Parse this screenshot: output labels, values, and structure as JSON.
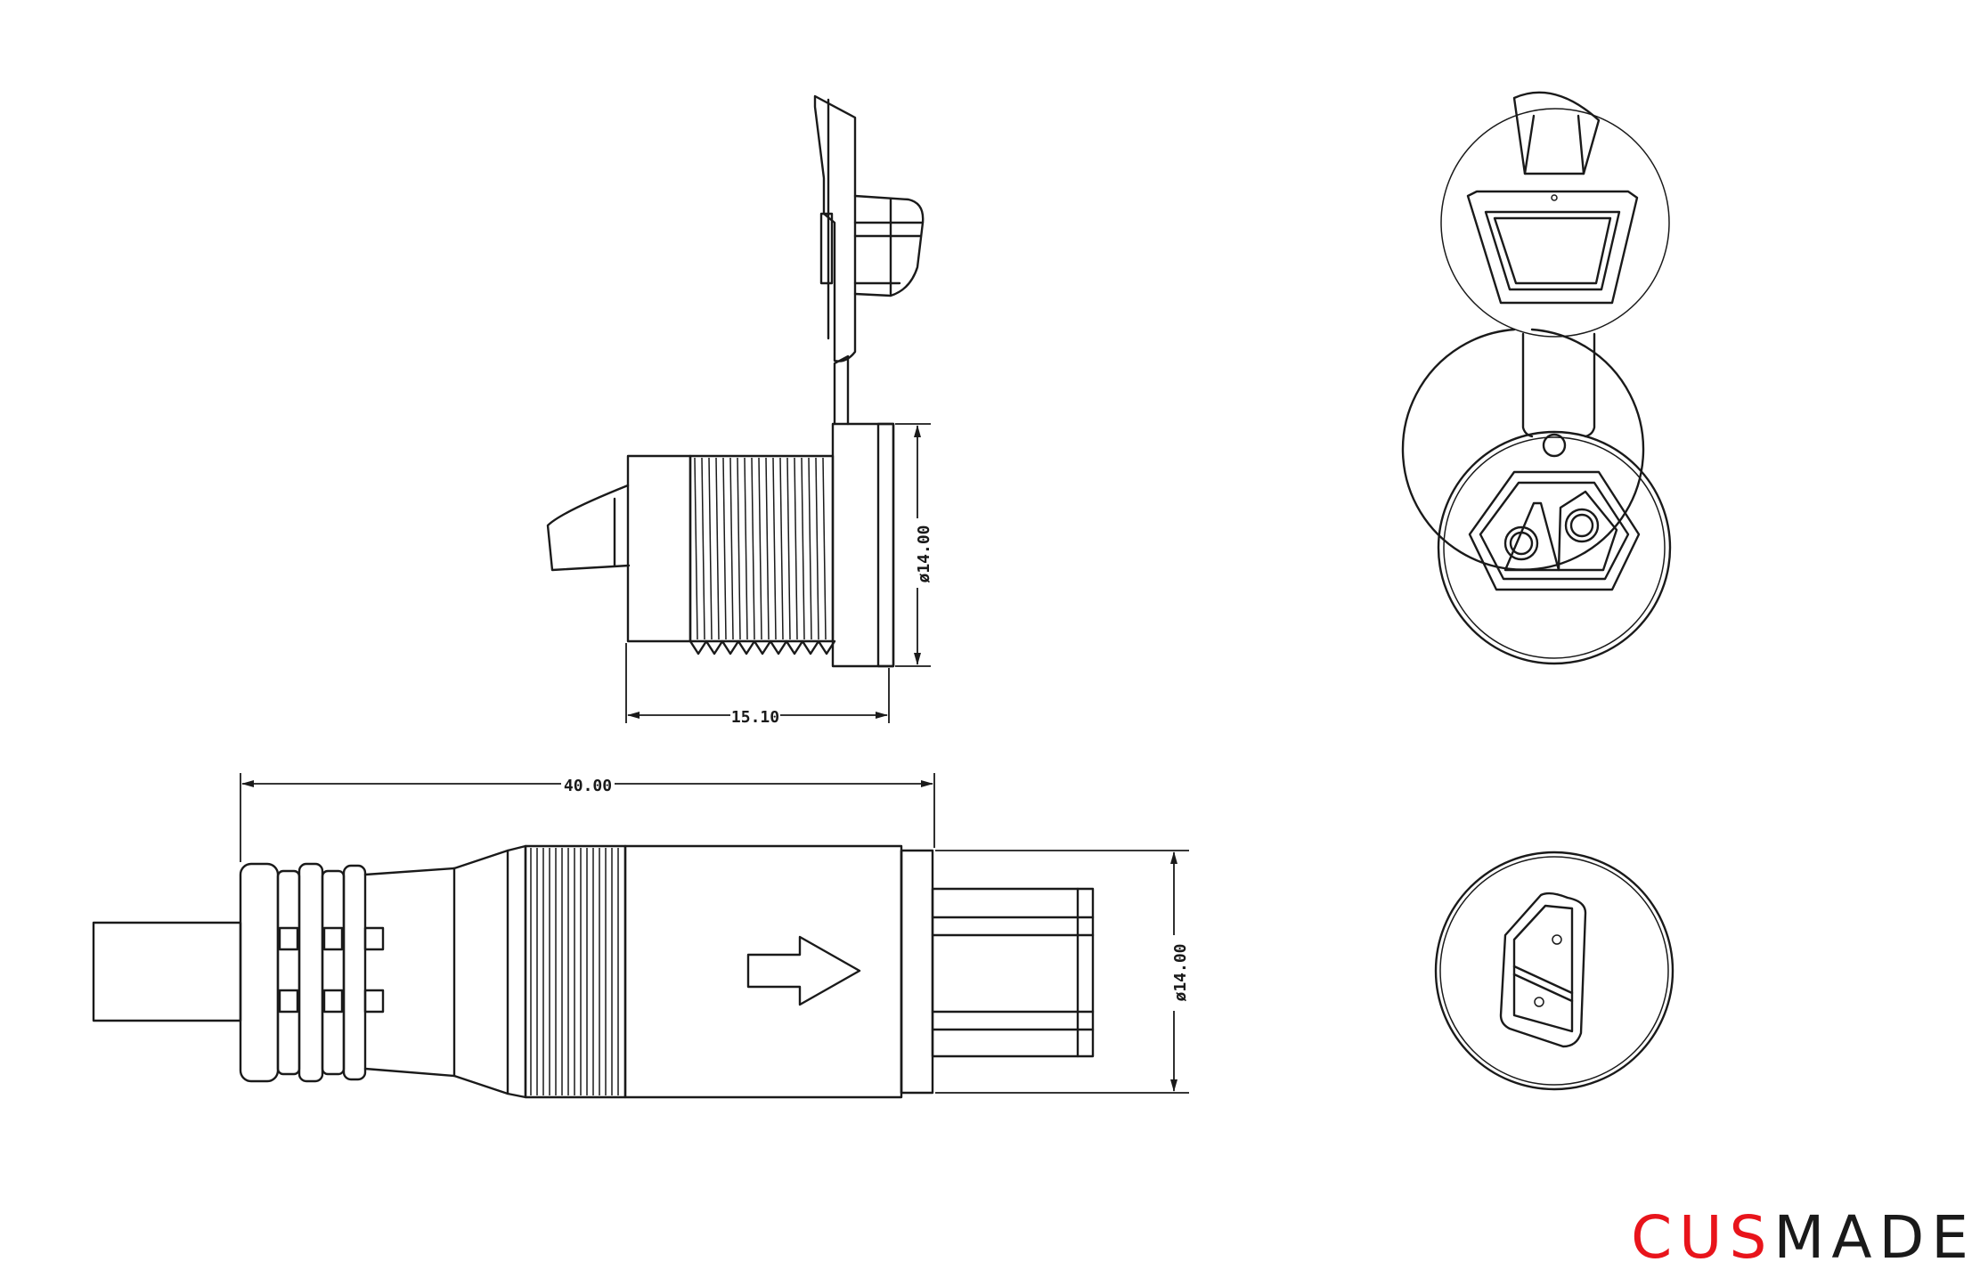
{
  "colors": {
    "line": "#1a1a1a",
    "brand_red": "#e8141b",
    "brand_dark": "#1a1a1a",
    "background": "#ffffff"
  },
  "dimensions": {
    "side_diameter": "ø14.00",
    "side_length": "15.10",
    "plug_length": "40.00",
    "plug_diameter": "ø14.00"
  },
  "brand": {
    "part_red": "CUS",
    "part_dark": "MADE"
  }
}
